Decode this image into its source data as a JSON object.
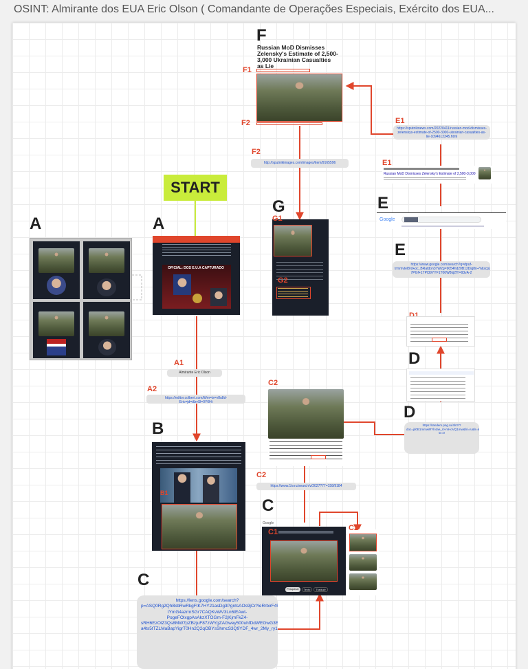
{
  "page": {
    "title": "OSINT: Almirante dos EUA Eric Olson ( Comandante de Operações Especiais, Exército dos EUA..."
  },
  "diagram": {
    "start_label": "START",
    "nodes": {
      "A_left": "A",
      "A": "A",
      "B": "B",
      "C_bottom": "C",
      "C_mid": "C",
      "D_top": "D",
      "D": "D",
      "E_top": "E",
      "E": "E",
      "F": "F",
      "G": "G"
    },
    "sub_labels": {
      "A1_tag": "A1",
      "A1_edge": "A1",
      "A2_edge": "A2",
      "C1": "C1",
      "C2_tag": "C2",
      "C2_top": "C2",
      "C2_edge": "C2",
      "D1": "D1",
      "E1_top": "E1",
      "E1": "E1",
      "F1": "F1",
      "F2_tag": "F2",
      "F2_edge": "F2",
      "G1": "G1",
      "G2": "G2",
      "B1": "B1"
    },
    "links": {
      "a1_text": "Almirante Eric Olson",
      "a2_url": "https://editor.colbert.com/lit/m=ts=v8u8d-Eric=jd=i&rvSl=0Y6Ht",
      "c_url": "https://lens.google.com/search?p=ASQ0Rg2Qh8kbRwRkgFtK7HY21asDg3PgntsAOs9jCrlYeRrbirF459MkbpbV7aiTe6CrQe-tYmG4azrmSGr7CAQKvWV3Ln6tEAwt-PogeFOlxgpAsAkzXTOGm-F2jKjmFkZ4-sRH6EzOlZ3Qs8MW7pZBzjuF87zWYgZAGwey500uhfDdWEGwG3EiNYFX85OWROxgKfXzb-a4ts5tTZLMaBapYigrT0Hn2Q2qOBYsShmcS3Q9YDF_4wr_2My_ry15t0R6Kb_pAnlyBmepbbRPPgtlPyblB0o7X9p2YuCAjOAMAogopVUETU4_RWtq7BSi2i3Tma3a7Ia6afkd&ep=cntsdfms=W251bGwsbmlsbCxbMzUsNyw0OSw0MV0sbnVsbF0",
      "c2_url": "https://www.1tv.ru/search/v/2027?77=158/9184",
      "d_url": "https://tandem.png.ru/4ls?/?doc=jd0B1mmwiRYh4ae_rt+mHoVQ1mw&hl=ru&lr=&gl=2fYgDl_zVpJDaqTjm+V7lw8lqOaMqQmppL_r_d_bc7_nO5Q0tuGaiZHblrA0GzvvRiDEpbplnEYwUcgBumNLF2pdQ&sln=ru-sr=0",
      "e_url": "https://www.google.com/search?q=dpuf-trmmvtel8rd+pc_BRatdon37W2g=9054hd20B12Dig8n+Y&scp23nuVdOHmpWD03LA&3hnt&scpEvWlmbrlRrwrQN80W5Ul8xsvLR8u8QXnw05c-7PGf+1TPI39YYF1T06W8kj2fY=93vA-2",
      "e1_url": "https://sputniknews.com/20220411/russian-mod-dismisses-zelenskys-estimate-of-2500-3000-ukrainian-casualties-as-lie-1094612345.html",
      "f2_url": "http://sputnikimages.com/images/item/9165596"
    },
    "article_f": {
      "headline": "Russian MoD Dismisses Zelensky's Estimate of 2,500-3,000 Ukrainian Casualties as Lie"
    },
    "e1_result": {
      "title": "Russian MoD Dismisses Zelensky's Estimate of 2,500-3,000"
    },
    "a_post": {
      "banner": "OFICIAL: DOS E.U.A CAPTURADO"
    },
    "search_ui": {
      "brand": "Google"
    },
    "c1_buttons": [
      "Pesquisar",
      "Texto",
      "Traduzir"
    ],
    "colors": {
      "accent_red": "#e0462c",
      "start_bg": "#c9ec3b",
      "board": "#ffffff"
    }
  }
}
